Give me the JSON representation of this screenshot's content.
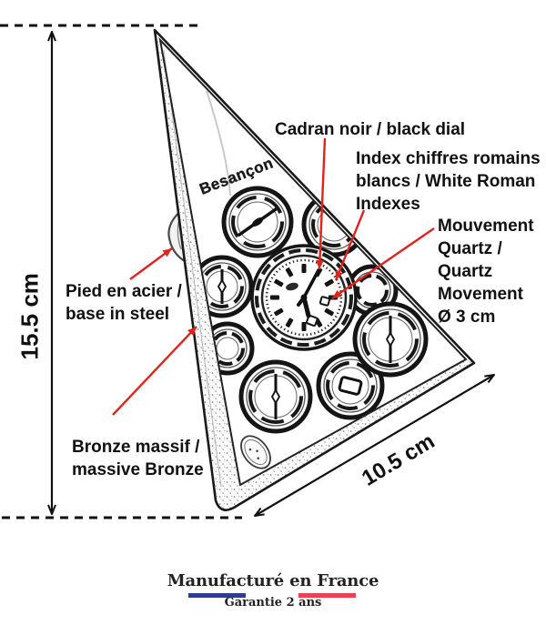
{
  "colors": {
    "ink": "#111111",
    "red_arrow": "#e0231c",
    "sketch_line": "#1d1d1d",
    "flag_blue": "#2e3d8e",
    "flag_red": "#ef4050"
  },
  "dimensions": {
    "height_label": "15.5 cm",
    "width_label": "10.5 cm"
  },
  "product": {
    "city_label": "Besançon"
  },
  "annotations": {
    "dial": {
      "text": "Cadran noir / black dial"
    },
    "indexes": {
      "lines": [
        "Index chiffres romains",
        "blancs / White Roman",
        "Indexes"
      ]
    },
    "movement": {
      "lines": [
        "Mouvement",
        "Quartz  /",
        "Quartz",
        "Movement",
        "Ø 3 cm"
      ]
    },
    "base": {
      "lines": [
        "Pied en acier /",
        "base in steel"
      ]
    },
    "bronze": {
      "lines": [
        "Bronze massif /",
        "massive Bronze"
      ]
    }
  },
  "badge": {
    "title": "Manufacturé en France",
    "subtitle": "Garantie 2 ans"
  }
}
